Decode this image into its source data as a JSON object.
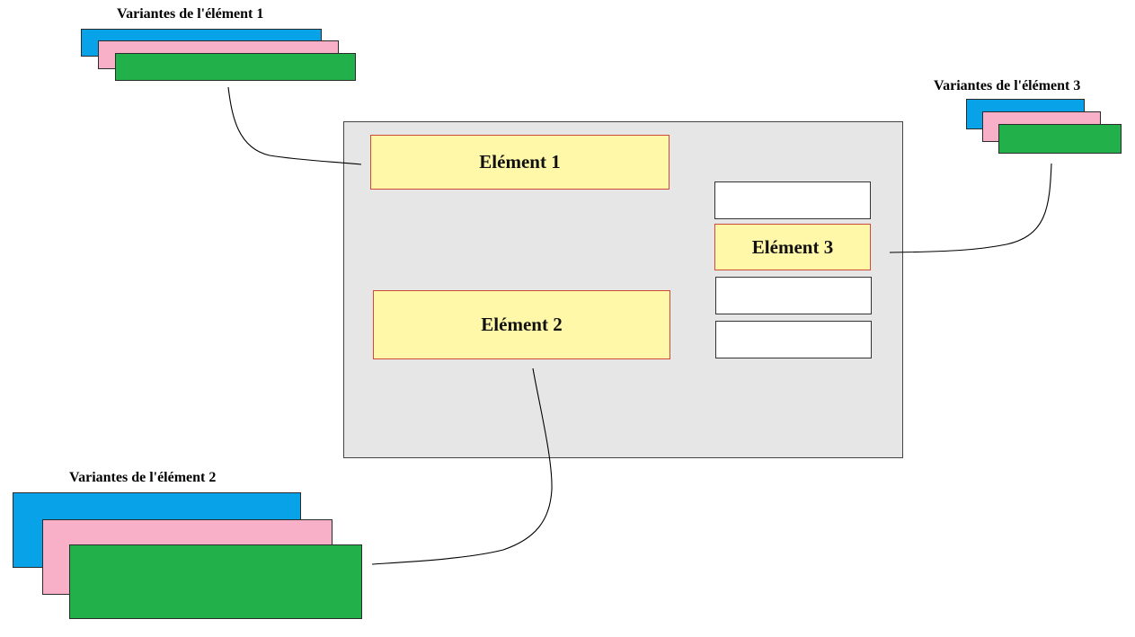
{
  "colors": {
    "variant_blue": "#08a2e8",
    "variant_pink": "#f8afc8",
    "variant_green": "#22b04b",
    "element_fill": "#fff8a8",
    "element_border": "#d04a3a",
    "frame_fill": "#e6e6e6"
  },
  "variants": {
    "element1": {
      "caption": "Variantes de l'élément 1"
    },
    "element2": {
      "caption": "Variantes de l'élément 2"
    },
    "element3": {
      "caption": "Variantes de l'élément 3"
    }
  },
  "elements": {
    "element1": {
      "label": "Elément 1"
    },
    "element2": {
      "label": "Elément 2"
    },
    "element3": {
      "label": "Elément 3"
    }
  }
}
